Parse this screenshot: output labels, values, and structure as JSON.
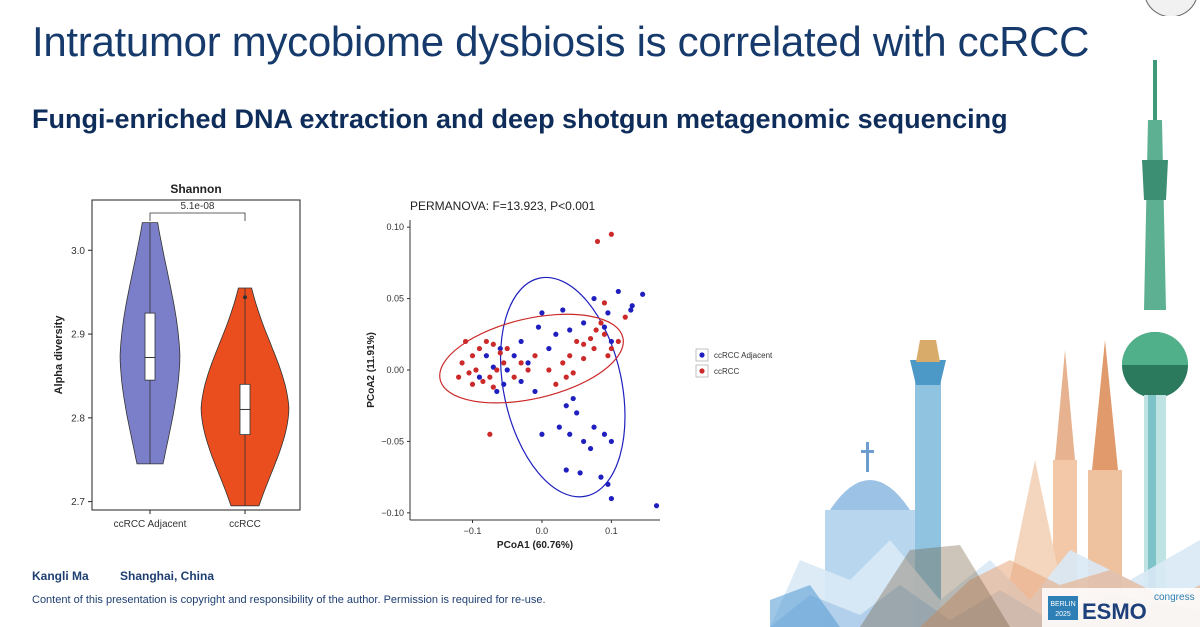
{
  "slide": {
    "title": "Intratumor mycobiome dysbiosis is correlated with ccRCC",
    "subtitle": "Fungi-enriched DNA extraction and deep shotgun metagenomic sequencing",
    "author": "Kangli Ma",
    "location": "Shanghai, China",
    "copyright": "Content of this presentation is copyright and responsibility of the author. Permission is required for re-use.",
    "congress_logo": {
      "brand": "ESMO",
      "word": "congress",
      "city": "BERLIN",
      "year": "2025"
    }
  },
  "colors": {
    "adjacent": "#7b7ec9",
    "ccrcc": "#ea4d1e",
    "adjacent_point": "#1f1fbf",
    "ccrcc_point": "#cc2a2a"
  },
  "chart_data": [
    {
      "type": "violin",
      "title": "Shannon",
      "ylabel": "Alpha diversity",
      "xlabel": "",
      "categories": [
        "ccRCC Adjacent",
        "ccRCC"
      ],
      "ylim": [
        2.69,
        3.06
      ],
      "yticks": [
        2.7,
        2.8,
        2.9,
        3.0
      ],
      "ytick_labels": [
        "2.7",
        "2.8",
        "2.9",
        "3.0"
      ],
      "annotation": "5.1e-08",
      "groups": [
        {
          "name": "ccRCC Adjacent",
          "min": 2.745,
          "q1": 2.845,
          "median": 2.872,
          "q3": 2.925,
          "max": 3.033,
          "color": "#7b7ec9"
        },
        {
          "name": "ccRCC",
          "min": 2.695,
          "q1": 2.78,
          "median": 2.81,
          "q3": 2.84,
          "max": 2.955,
          "outlier": 2.944,
          "color": "#ea4d1e"
        }
      ]
    },
    {
      "type": "scatter",
      "title": "PERMANOVA: F=13.923, P<0.001",
      "xlabel": "PCoA1 (60.76%)",
      "ylabel": "PCoA2 (11.91%)",
      "xlim": [
        -0.19,
        0.17
      ],
      "ylim": [
        -0.105,
        0.105
      ],
      "xticks": [
        -0.1,
        0.0,
        0.1
      ],
      "xtick_labels": [
        "−0.1",
        "0.0",
        "0.1"
      ],
      "yticks": [
        -0.1,
        -0.05,
        0.0,
        0.05,
        0.1
      ],
      "ytick_labels": [
        "−0.10",
        "−0.05",
        "0.00",
        "0.05",
        "0.10"
      ],
      "legend": {
        "position": "right",
        "entries": [
          "ccRCC Adjacent",
          "ccRCC"
        ]
      },
      "series": [
        {
          "name": "ccRCC Adjacent",
          "color": "#1f1fbf",
          "points": [
            [
              0.075,
              0.05
            ],
            [
              0.11,
              0.055
            ],
            [
              0.13,
              0.045
            ],
            [
              0.145,
              0.053
            ],
            [
              0.095,
              0.04
            ],
            [
              0.128,
              0.042
            ],
            [
              0.0,
              0.04
            ],
            [
              0.03,
              0.042
            ],
            [
              -0.005,
              0.03
            ],
            [
              0.04,
              0.028
            ],
            [
              0.06,
              0.033
            ],
            [
              0.02,
              0.025
            ],
            [
              -0.03,
              0.02
            ],
            [
              0.01,
              0.015
            ],
            [
              -0.06,
              0.015
            ],
            [
              -0.04,
              0.01
            ],
            [
              -0.02,
              0.005
            ],
            [
              -0.05,
              0.0
            ],
            [
              -0.07,
              0.002
            ],
            [
              -0.09,
              -0.005
            ],
            [
              -0.08,
              0.01
            ],
            [
              -0.055,
              -0.01
            ],
            [
              -0.03,
              -0.008
            ],
            [
              -0.01,
              -0.015
            ],
            [
              -0.065,
              -0.015
            ],
            [
              0.035,
              -0.025
            ],
            [
              0.05,
              -0.03
            ],
            [
              0.04,
              -0.045
            ],
            [
              0.06,
              -0.05
            ],
            [
              0.025,
              -0.04
            ],
            [
              0.075,
              -0.04
            ],
            [
              0.09,
              -0.045
            ],
            [
              0.07,
              -0.055
            ],
            [
              0.035,
              -0.07
            ],
            [
              0.055,
              -0.072
            ],
            [
              0.085,
              -0.075
            ],
            [
              0.095,
              -0.08
            ],
            [
              0.1,
              -0.09
            ],
            [
              0.1,
              -0.05
            ],
            [
              0.0,
              -0.045
            ],
            [
              0.1,
              0.02
            ],
            [
              0.09,
              0.03
            ],
            [
              0.165,
              -0.095
            ],
            [
              0.045,
              -0.02
            ]
          ]
        },
        {
          "name": "ccRCC",
          "color": "#cc2a2a",
          "points": [
            [
              0.1,
              0.095
            ],
            [
              0.08,
              0.09
            ],
            [
              0.09,
              0.047
            ],
            [
              0.12,
              0.037
            ],
            [
              0.085,
              0.033
            ],
            [
              0.078,
              0.028
            ],
            [
              0.07,
              0.022
            ],
            [
              0.06,
              0.018
            ],
            [
              0.075,
              0.015
            ],
            [
              0.09,
              0.025
            ],
            [
              0.095,
              0.01
            ],
            [
              0.05,
              0.02
            ],
            [
              0.04,
              0.01
            ],
            [
              0.03,
              0.005
            ],
            [
              0.06,
              0.008
            ],
            [
              0.035,
              -0.005
            ],
            [
              0.02,
              -0.01
            ],
            [
              0.045,
              -0.002
            ],
            [
              0.01,
              0.0
            ],
            [
              -0.01,
              0.01
            ],
            [
              -0.03,
              0.005
            ],
            [
              -0.05,
              0.015
            ],
            [
              -0.06,
              0.012
            ],
            [
              -0.07,
              0.018
            ],
            [
              -0.08,
              0.02
            ],
            [
              -0.09,
              0.015
            ],
            [
              -0.1,
              0.01
            ],
            [
              -0.11,
              0.02
            ],
            [
              -0.095,
              0.0
            ],
            [
              -0.105,
              -0.002
            ],
            [
              -0.075,
              -0.005
            ],
            [
              -0.065,
              0.0
            ],
            [
              -0.055,
              0.005
            ],
            [
              -0.085,
              -0.008
            ],
            [
              -0.115,
              0.005
            ],
            [
              -0.12,
              -0.005
            ],
            [
              -0.1,
              -0.01
            ],
            [
              -0.07,
              -0.012
            ],
            [
              -0.04,
              -0.005
            ],
            [
              -0.02,
              0.0
            ],
            [
              -0.075,
              -0.045
            ],
            [
              0.1,
              0.015
            ],
            [
              0.11,
              0.02
            ]
          ]
        }
      ],
      "ellipses": [
        {
          "group": "ccRCC Adjacent",
          "cx": 0.03,
          "cy": -0.012,
          "rx": 0.085,
          "ry": 0.078,
          "angle_deg": 12
        },
        {
          "group": "ccRCC",
          "cx": -0.015,
          "cy": 0.008,
          "rx": 0.135,
          "ry": 0.028,
          "angle_deg": 13
        }
      ]
    }
  ]
}
